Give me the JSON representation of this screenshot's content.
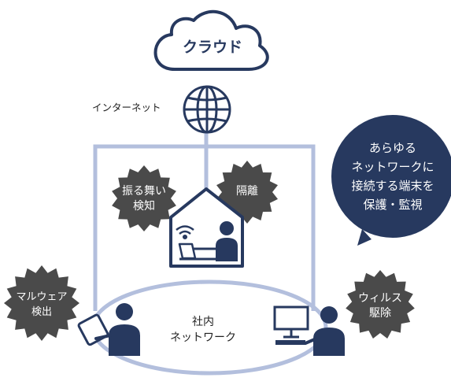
{
  "cloud": {
    "label": "クラウド"
  },
  "internet": {
    "label": "インターネット"
  },
  "badges": {
    "behavior": {
      "lines": [
        "振る舞い",
        "検知"
      ]
    },
    "isolation": {
      "lines": [
        "隔離"
      ]
    },
    "malware": {
      "lines": [
        "マルウェア",
        "検出"
      ]
    },
    "virus": {
      "lines": [
        "ウィルス",
        "駆除"
      ]
    }
  },
  "network": {
    "lines": [
      "社内",
      "ネットワーク"
    ]
  },
  "callout": {
    "lines": [
      "あらゆる",
      "ネットワークに",
      "接続する端末を",
      "保護・監視"
    ]
  },
  "colors": {
    "navy": "#27395f",
    "line": "#b3bfdd",
    "badge": "#4a4a4a",
    "text": "#222222",
    "white": "#ffffff"
  }
}
